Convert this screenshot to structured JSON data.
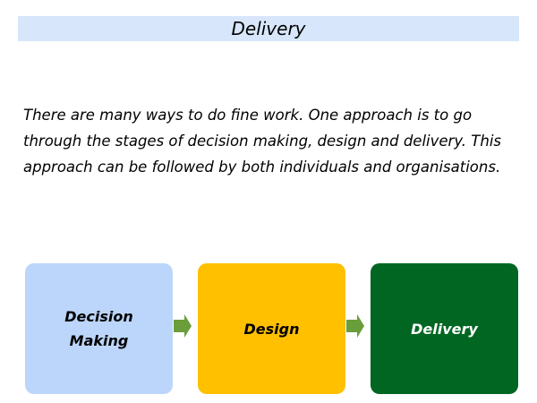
{
  "title": "Delivery",
  "intro_text": "There are many ways to do fine work. One approach is to go through the stages of decision making, design and delivery. This approach can be followed by both individuals and organisations.",
  "colors": {
    "title_bar": "#d7e6fa",
    "arrow": "#6a9e3a"
  },
  "stages": [
    {
      "label": "Decision Making",
      "fill": "#bcd5fa",
      "text_color": "#000000"
    },
    {
      "label": "Design",
      "fill": "#ffc000",
      "text_color": "#000000"
    },
    {
      "label": "Delivery",
      "fill": "#006622",
      "text_color": "#ffffff"
    }
  ]
}
